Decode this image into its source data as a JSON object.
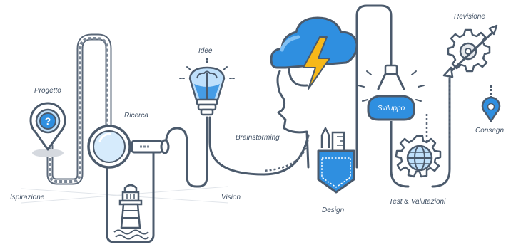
{
  "labels": {
    "progetto": "Progetto",
    "ricerca": "Ricerca",
    "idee": "Idee",
    "brainstorming": "Brainstorming",
    "ispirazione": "Ispirazione",
    "vision": "Vision",
    "design": "Design",
    "sviluppo": "Sviluppo",
    "test": "Test & Valutazioni",
    "revisione": "Revisione",
    "consegna": "Consegn"
  },
  "colors": {
    "line": "#4b5a6c",
    "blue": "#2f8fe0",
    "light_blue": "#bfe0fb",
    "yellow": "#f6b819",
    "gray_pipe": "#c9ced5"
  },
  "icons": [
    "question-pin-icon",
    "magnifier-icon",
    "lightbulb-brain-icon",
    "cloud-lightning-head-icon",
    "lighthouse-icon",
    "pencil-ruler-pocket-icon",
    "robot-claw-icon",
    "globe-gear-icon",
    "gear-icon",
    "location-pin-icon"
  ]
}
